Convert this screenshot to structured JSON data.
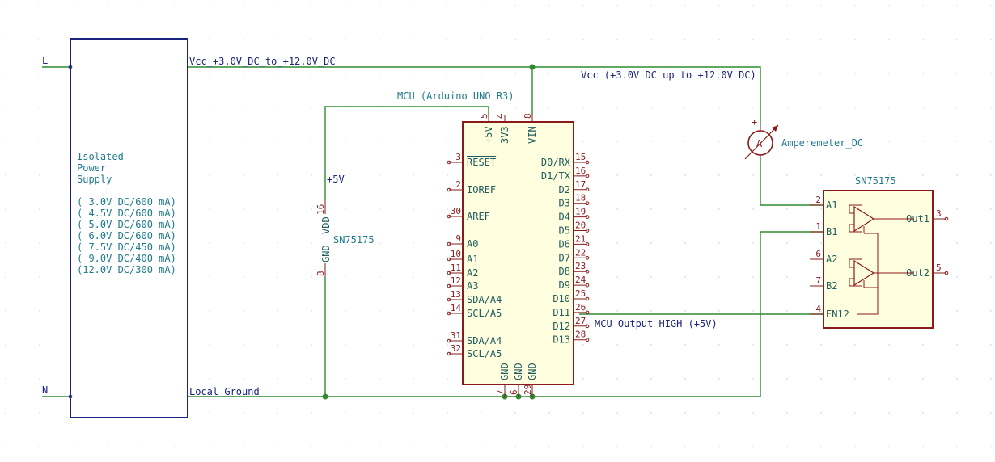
{
  "power_supply": {
    "pin_l": "L",
    "pin_n": "N",
    "lines": [
      "Isolated",
      "Power",
      "Supply",
      "",
      "( 3.0V DC/600 mA)",
      "( 4.5V DC/600 mA)",
      "( 5.0V DC/600 mA)",
      "( 6.0V DC/600 mA)",
      "( 7.5V DC/450 mA)",
      "( 9.0V DC/400 mA)",
      "(12.0V DC/300 mA)"
    ]
  },
  "nets": {
    "vcc_label": "Vcc_+3.0V_DC_to_+12.0V_DC",
    "vcc_note": "Vcc (+3.0V DC up to +12.0V DC)",
    "ground_label": "Local_Ground",
    "plus5v": "+5V",
    "mcu_output": "MCU Output HIGH (+5V)"
  },
  "mcu": {
    "ref": "MCU (Arduino UNO R3)",
    "top_pins": [
      {
        "num": "5",
        "name": "+5V"
      },
      {
        "num": "4",
        "name": "3V3"
      },
      {
        "num": "8",
        "name": "VIN"
      }
    ],
    "left_pins": [
      {
        "num": "3",
        "name": "RESET"
      },
      {
        "num": "2",
        "name": "IOREF"
      },
      {
        "num": "30",
        "name": "AREF"
      },
      {
        "num": "9",
        "name": "A0"
      },
      {
        "num": "10",
        "name": "A1"
      },
      {
        "num": "11",
        "name": "A2"
      },
      {
        "num": "12",
        "name": "A3"
      },
      {
        "num": "13",
        "name": "SDA/A4"
      },
      {
        "num": "14",
        "name": "SCL/A5"
      },
      {
        "num": "31",
        "name": "SDA/A4"
      },
      {
        "num": "32",
        "name": "SCL/A5"
      }
    ],
    "right_pins": [
      {
        "num": "15",
        "name": "D0/RX"
      },
      {
        "num": "16",
        "name": "D1/TX"
      },
      {
        "num": "17",
        "name": "D2"
      },
      {
        "num": "18",
        "name": "D3"
      },
      {
        "num": "19",
        "name": "D4"
      },
      {
        "num": "20",
        "name": "D5"
      },
      {
        "num": "21",
        "name": "D6"
      },
      {
        "num": "22",
        "name": "D7"
      },
      {
        "num": "23",
        "name": "D8"
      },
      {
        "num": "24",
        "name": "D9"
      },
      {
        "num": "25",
        "name": "D10"
      },
      {
        "num": "26",
        "name": "D11"
      },
      {
        "num": "27",
        "name": "D12"
      },
      {
        "num": "28",
        "name": "D13"
      }
    ],
    "bottom_pins": [
      {
        "num": "7",
        "name": "GND"
      },
      {
        "num": "6",
        "name": "GND"
      },
      {
        "num": "29",
        "name": "GND"
      }
    ]
  },
  "sn75175_power": {
    "ref": "SN75175",
    "vdd_name": "VDD",
    "vdd_num": "16",
    "gnd_name": "GND",
    "gnd_num": "8"
  },
  "ammeter": {
    "symbol": "A",
    "label": "Amperemeter_DC",
    "plus": "+"
  },
  "sn75175": {
    "ref": "SN75175",
    "pins": [
      {
        "num": "2",
        "name": "A1"
      },
      {
        "num": "1",
        "name": "B1"
      },
      {
        "num": "6",
        "name": "A2"
      },
      {
        "num": "7",
        "name": "B2"
      },
      {
        "num": "4",
        "name": "EN12"
      },
      {
        "num": "3",
        "name": "Out1"
      },
      {
        "num": "5",
        "name": "Out2"
      }
    ]
  }
}
